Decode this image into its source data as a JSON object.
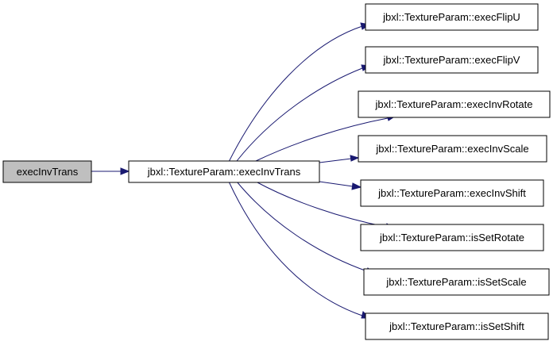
{
  "graph": {
    "root": {
      "label": "execInvTrans"
    },
    "main": {
      "label": "jbxl::TextureParam::execInvTrans"
    },
    "callees": [
      {
        "label": "jbxl::TextureParam::execFlipU"
      },
      {
        "label": "jbxl::TextureParam::execFlipV"
      },
      {
        "label": "jbxl::TextureParam::execInvRotate"
      },
      {
        "label": "jbxl::TextureParam::execInvScale"
      },
      {
        "label": "jbxl::TextureParam::execInvShift"
      },
      {
        "label": "jbxl::TextureParam::isSetRotate"
      },
      {
        "label": "jbxl::TextureParam::isSetScale"
      },
      {
        "label": "jbxl::TextureParam::isSetShift"
      }
    ],
    "colors": {
      "root_fill": "#bfbfbf",
      "node_fill": "#ffffff",
      "node_border": "#000000",
      "edge": "#191970"
    }
  }
}
